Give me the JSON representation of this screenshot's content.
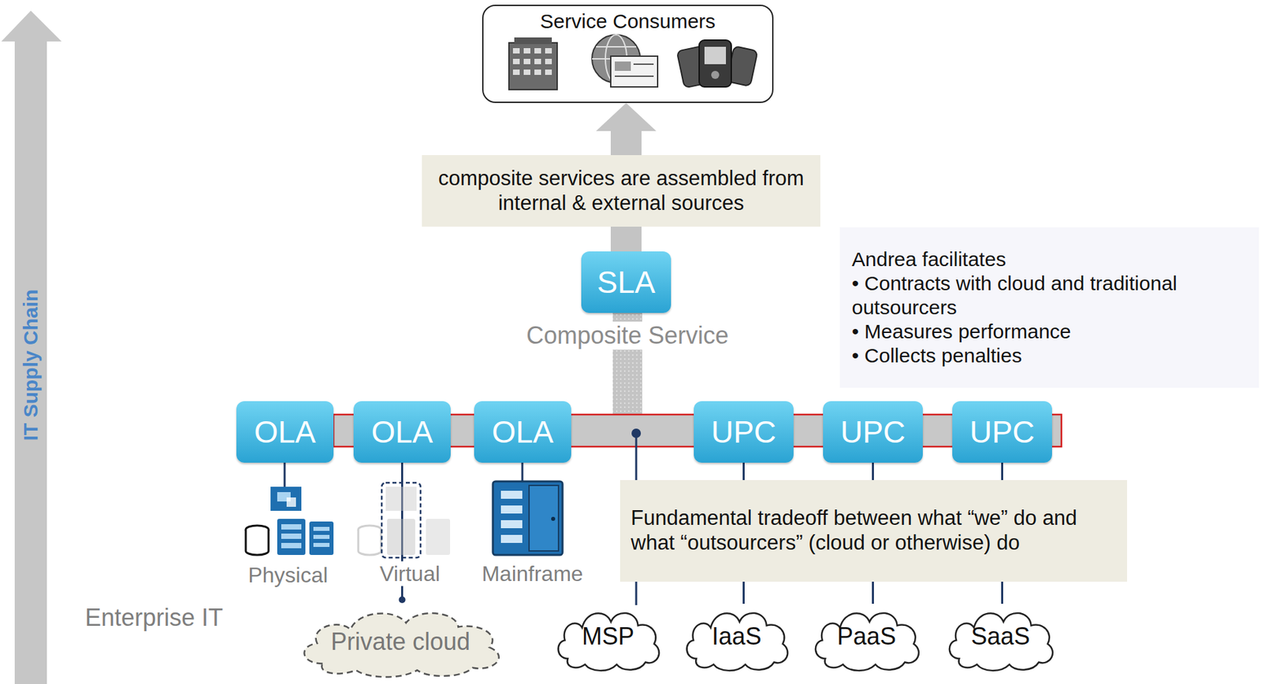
{
  "diagram": {
    "nodes": [
      {
        "text": [
          "Service Consumers"
        ]
      },
      {
        "text": [
          "composite services are assembled from internal & external sources"
        ]
      },
      {
        "text": [
          "SLA"
        ]
      },
      {
        "text": [
          "Andrea facilitates",
          "• Contracts with cloud and traditional outsourcers",
          "• Measures performance",
          "• Collects penalties"
        ]
      },
      {
        "text": [
          "OLA"
        ]
      },
      {
        "text": [
          "OLA"
        ]
      },
      {
        "text": [
          "OLA"
        ]
      },
      {
        "text": [
          "UPC"
        ]
      },
      {
        "text": [
          "UPC"
        ]
      },
      {
        "text": [
          "UPC"
        ]
      },
      {
        "text": [
          "Fundamental tradeoff between what “we” do and what “outsourcers” (cloud or otherwise) do"
        ]
      },
      {
        "text": [
          "Private cloud"
        ]
      },
      {
        "text": [
          "MSP"
        ]
      },
      {
        "text": [
          "IaaS"
        ]
      },
      {
        "text": [
          "PaaS"
        ]
      },
      {
        "text": [
          "SaaS"
        ]
      }
    ],
    "edges": [
      {
        "from": 2,
        "to": 0,
        "arrow": "to"
      },
      {
        "from": 5,
        "to": 11,
        "arrow": "none"
      },
      {
        "from": 7,
        "to": 13,
        "arrow": "none"
      },
      {
        "from": 8,
        "to": 14,
        "arrow": "none"
      },
      {
        "from": 9,
        "to": 15,
        "arrow": "none"
      }
    ],
    "labels": [
      "IT Supply Chain",
      "Composite Service",
      "Physical",
      "Virtual",
      "Mainframe",
      "Enterprise IT"
    ]
  }
}
